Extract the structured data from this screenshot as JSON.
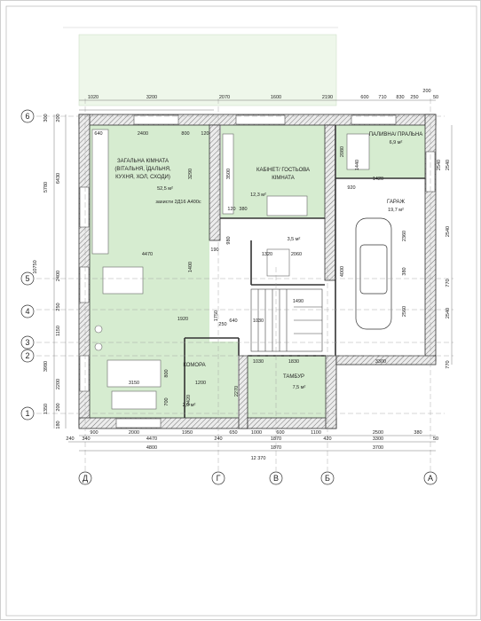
{
  "rooms": {
    "living_l1": "ЗАГАЛЬНА КІМНАТА",
    "living_l2": "(ВІТАЛЬНЯ, ЇДАЛЬНЯ,",
    "living_l3": "КУХНЯ, ХОЛ, СХОДИ)",
    "living_area": "52,5 м²",
    "living_note": "захисти 2Д16 А400с",
    "office_l1": "КАБІНЕТ/ ГОСТЬОВА",
    "office_l2": "КІМНАТА",
    "office_area": "12,3 м²",
    "boiler": "ПАЛИВНА/ ПРАЛЬНА",
    "boiler_area": "6,9 м²",
    "garage": "ГАРАЖ",
    "garage_area": "19,7 м²",
    "wc_area": "3,5 м²",
    "pantry": "КОМОРА",
    "pantry_area": "2,9 м²",
    "vestibule": "ТАМБУР",
    "vestibule_area": "7,5 м²"
  },
  "axes": {
    "rows": [
      "6",
      "5",
      "4",
      "3",
      "2",
      "1"
    ],
    "cols": [
      "Д",
      "Г",
      "В",
      "Б",
      "А"
    ]
  },
  "top_dims": {
    "row1": [
      "1020",
      "3200",
      "2070",
      "1600",
      "2190",
      "600",
      "710",
      "830",
      "250",
      "200",
      "50"
    ],
    "row2": [
      "640",
      "2400",
      "800",
      "120"
    ]
  },
  "left_dims": [
    "6430",
    "5780",
    "200",
    "10750",
    "2400",
    "250",
    "1150",
    "3980",
    "2200",
    "200",
    "1350",
    "180",
    "300"
  ],
  "right_dims": [
    "2540",
    "2540",
    "770",
    "2540",
    "770"
  ],
  "bottom_dims": {
    "row1": [
      "900",
      "2000",
      "1950",
      "650",
      "1000",
      "600",
      "1100",
      "2500",
      "380"
    ],
    "row2": [
      "240",
      "340",
      "4470",
      "240",
      "1870",
      "3300",
      "420",
      "50"
    ],
    "row3": [
      "4800",
      "1870",
      "3700"
    ],
    "total": "12 370"
  },
  "inner_dims": [
    "4470",
    "1400",
    "1920",
    "3290",
    "3150",
    "1200",
    "2420",
    "3500",
    "120",
    "380",
    "1320",
    "2060",
    "1030",
    "1030",
    "1830",
    "3300",
    "4000",
    "2080",
    "2360",
    "380",
    "2560",
    "1420",
    "250",
    "1750",
    "2270",
    "700",
    "800",
    "980",
    "1440",
    "920",
    "2540",
    "1490",
    "190",
    "640"
  ]
}
